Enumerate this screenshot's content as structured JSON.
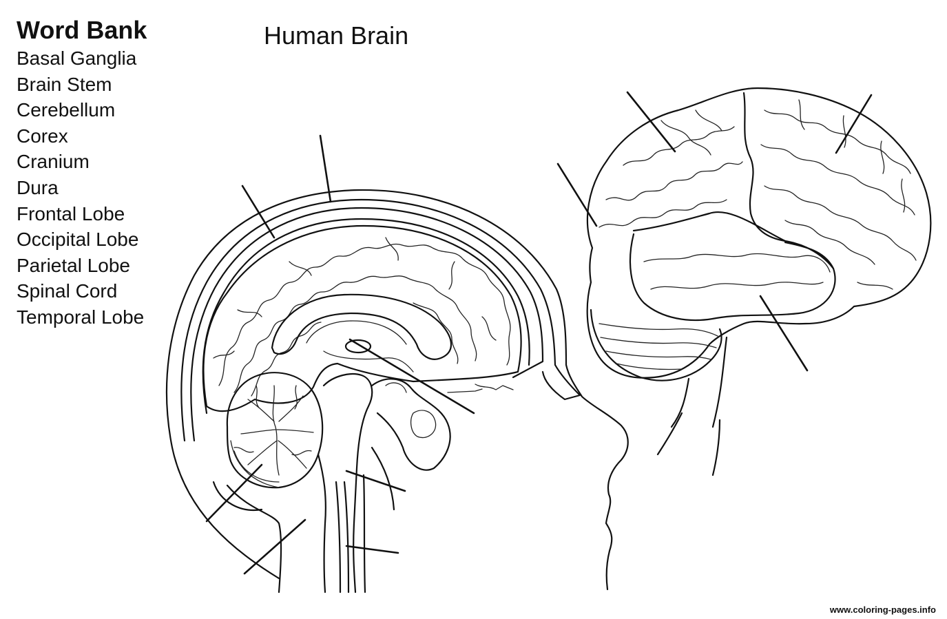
{
  "word_bank": {
    "title": "Word Bank",
    "items": [
      "Basal Ganglia",
      "Brain Stem",
      "Cerebellum",
      "Corex",
      "Cranium",
      "Dura",
      "Frontal Lobe",
      "Occipital Lobe",
      "Parietal Lobe",
      "Spinal Cord",
      "Temporal Lobe"
    ]
  },
  "title": "Human Brain",
  "watermark": "www.coloring-pages.info"
}
